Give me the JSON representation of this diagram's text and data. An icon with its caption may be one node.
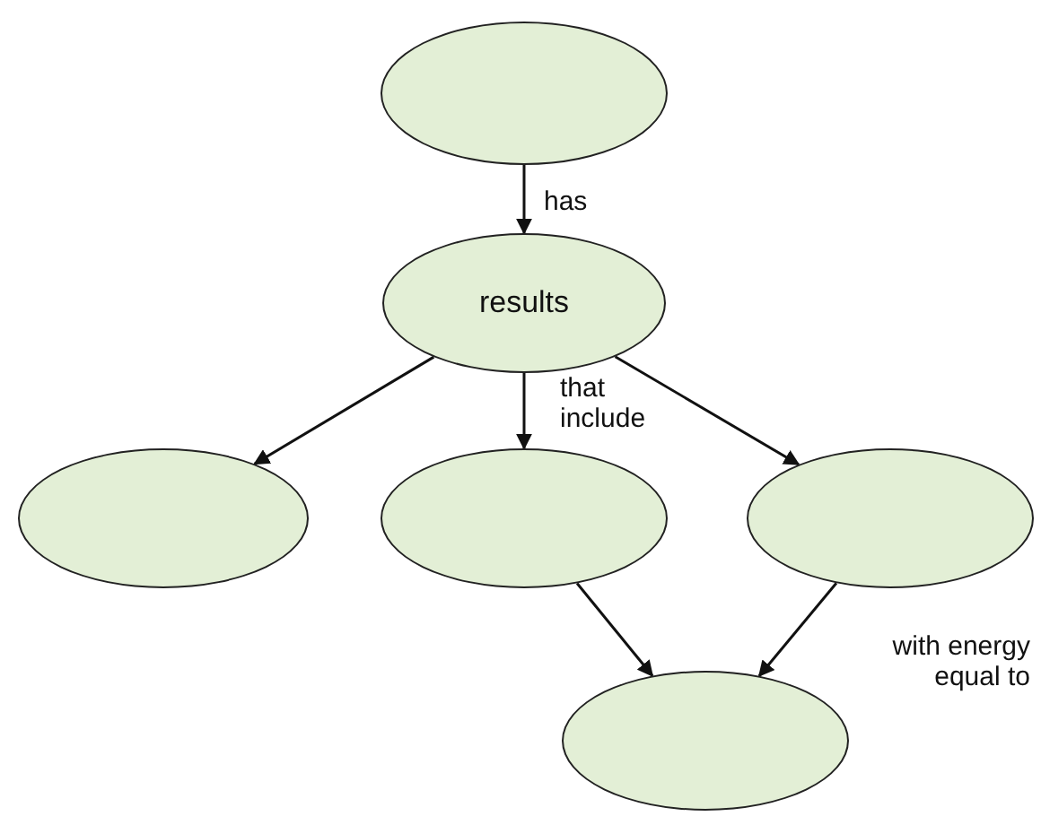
{
  "diagram": {
    "nodes": [
      {
        "text": [],
        "shape": "ellipse"
      },
      {
        "text": [
          "results"
        ]
      },
      {
        "text": [],
        "shape": "ellipse"
      },
      {
        "text": [],
        "shape": "ellipse"
      },
      {
        "text": [],
        "shape": "ellipse"
      },
      {
        "text": [],
        "shape": "ellipse"
      }
    ],
    "edges": [
      {
        "from": 0,
        "to": 1,
        "arrow": "to",
        "label": "has"
      },
      {
        "from": 1,
        "to": 2,
        "arrow": "to"
      },
      {
        "from": 1,
        "to": 3,
        "arrow": "to",
        "label": "that include"
      },
      {
        "from": 1,
        "to": 4,
        "arrow": "to"
      },
      {
        "from": 3,
        "to": 5,
        "arrow": "to"
      },
      {
        "from": 4,
        "to": 5,
        "arrow": "to",
        "label": "with energy equal to"
      }
    ]
  }
}
